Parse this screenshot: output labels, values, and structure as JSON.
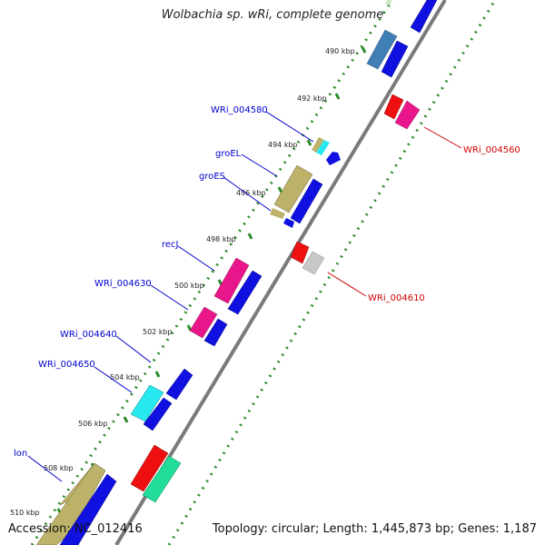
{
  "title": "Wolbachia sp. wRi, complete genome",
  "accession": "Accession: NC_012416",
  "summary": "Topology: circular; Length: 1,445,873 bp; Genes: 1,187",
  "ticks": [
    "490 kbp",
    "492 kbp",
    "494 kbp",
    "496 kbp",
    "498 kbp",
    "500 kbp",
    "502 kbp",
    "504 kbp",
    "506 kbp",
    "508 kbp",
    "510 kbp"
  ],
  "labels_left": [
    "WRi_004580",
    "groEL",
    "groES",
    "recJ",
    "WRi_004630",
    "WRi_004640",
    "WRi_004650",
    "lon"
  ],
  "labels_right": [
    "WRi_004560",
    "WRi_004610"
  ],
  "colors": {
    "backbone": "#7a7a7a",
    "tick_dots": "#2a8a2a",
    "label_left": "#0000cc",
    "label_right": "#cc0000",
    "gene_blue": "#1010e0",
    "gene_khaki": "#bdb26a",
    "gene_magenta": "#e8168a",
    "gene_cyan": "#28e8f0",
    "gene_red": "#ee1010",
    "gene_gray": "#c8c8c8",
    "gene_steelblue": "#3f7fb5",
    "gene_green": "#22dd99"
  }
}
